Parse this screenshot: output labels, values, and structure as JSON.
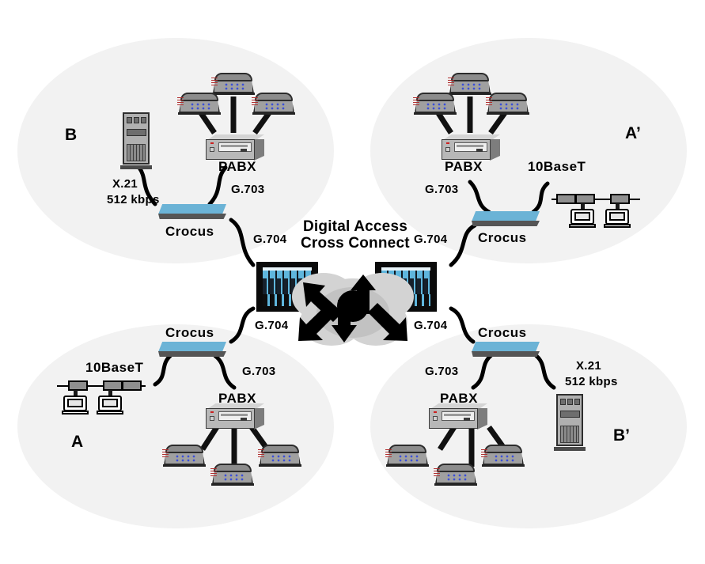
{
  "diagram": {
    "title_line1": "Digital Access",
    "title_line2": "Cross Connect",
    "background_color": "#ffffff",
    "site_fill_color": "#f2f2f2",
    "crocus_color": "#6bb3d6",
    "rack_card_color": "#5fb6dd",
    "cloud_color": "#d3d3d3",
    "text_color": "#000000"
  },
  "sites": {
    "top_left": {
      "label": "B",
      "crocus_label": "Crocus",
      "pabx_label": "PABX",
      "link_server_line1": "X.21",
      "link_server_line2": "512 kbps",
      "link_pabx": "G.703",
      "link_core": "G.704"
    },
    "top_right": {
      "label": "A’",
      "crocus_label": "Crocus",
      "pabx_label": "PABX",
      "lan_label": "10BaseT",
      "link_pabx": "G.703",
      "link_core": "G.704"
    },
    "bottom_left": {
      "label": "A",
      "crocus_label": "Crocus",
      "pabx_label": "PABX",
      "lan_label": "10BaseT",
      "link_pabx": "G.703",
      "link_core": "G.704"
    },
    "bottom_right": {
      "label": "B’",
      "crocus_label": "Crocus",
      "pabx_label": "PABX",
      "link_server_line1": "X.21",
      "link_server_line2": "512 kbps",
      "link_pabx": "G.703",
      "link_core": "G.704"
    }
  },
  "icons": {
    "telephone": "telephone-icon",
    "pabx": "pabx-icon",
    "server": "server-tower-icon",
    "crocus": "crocus-multiplexer-icon",
    "workstation": "workstation-icon",
    "rack": "cross-connect-rack-icon",
    "cloud": "network-cloud-icon",
    "switch_arrows": "cross-connect-arrows-icon"
  }
}
